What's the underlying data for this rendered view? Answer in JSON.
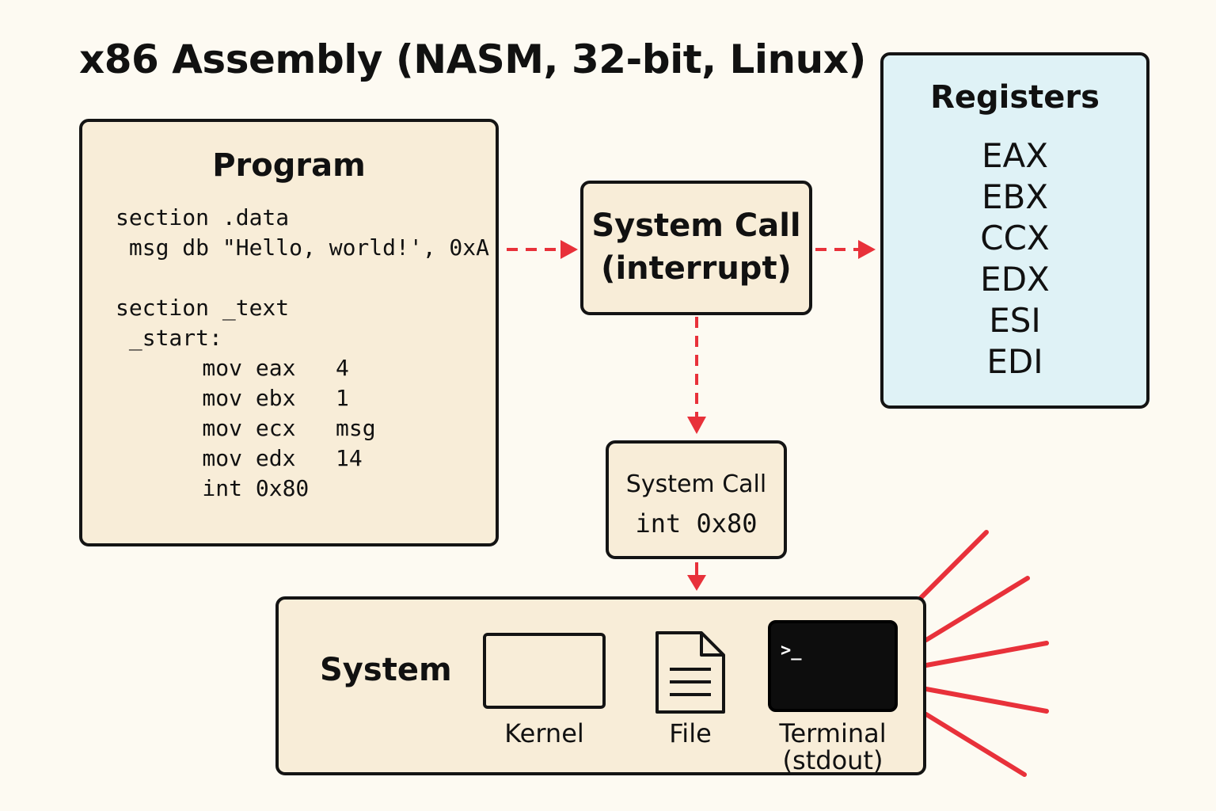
{
  "title": "x86 Assembly (NASM, 32-bit, Linux)",
  "program": {
    "heading": "Program",
    "code_lines": [
      "section .data",
      " msg db \"Hello, world!', 0xA",
      "section _text",
      " _start:",
      "    mov eax   4",
      "    mov ebx   1",
      "    mov ecx   msg",
      "    mov edx   14",
      "    int 0x80"
    ]
  },
  "syscall_interrupt": {
    "line1": "System Call",
    "line2": "(interrupt)"
  },
  "registers": {
    "heading": "Registers",
    "items": [
      "EAX",
      "EBX",
      "CCX",
      "EDX",
      "ESI",
      "EDI"
    ]
  },
  "syscall_box": {
    "line1": "System Call",
    "line2": "int 0x80"
  },
  "system": {
    "heading": "System",
    "kernel_label": "Kernel",
    "file_label": "File",
    "terminal_label_line1": "Terminal",
    "terminal_label_line2": "(stdout)",
    "terminal_prompt": ">_"
  },
  "colors": {
    "arrow": "#e8313a",
    "box_fill": "#f8edd8",
    "registers_fill": "#dff2f6",
    "background": "#fdfaf2"
  }
}
